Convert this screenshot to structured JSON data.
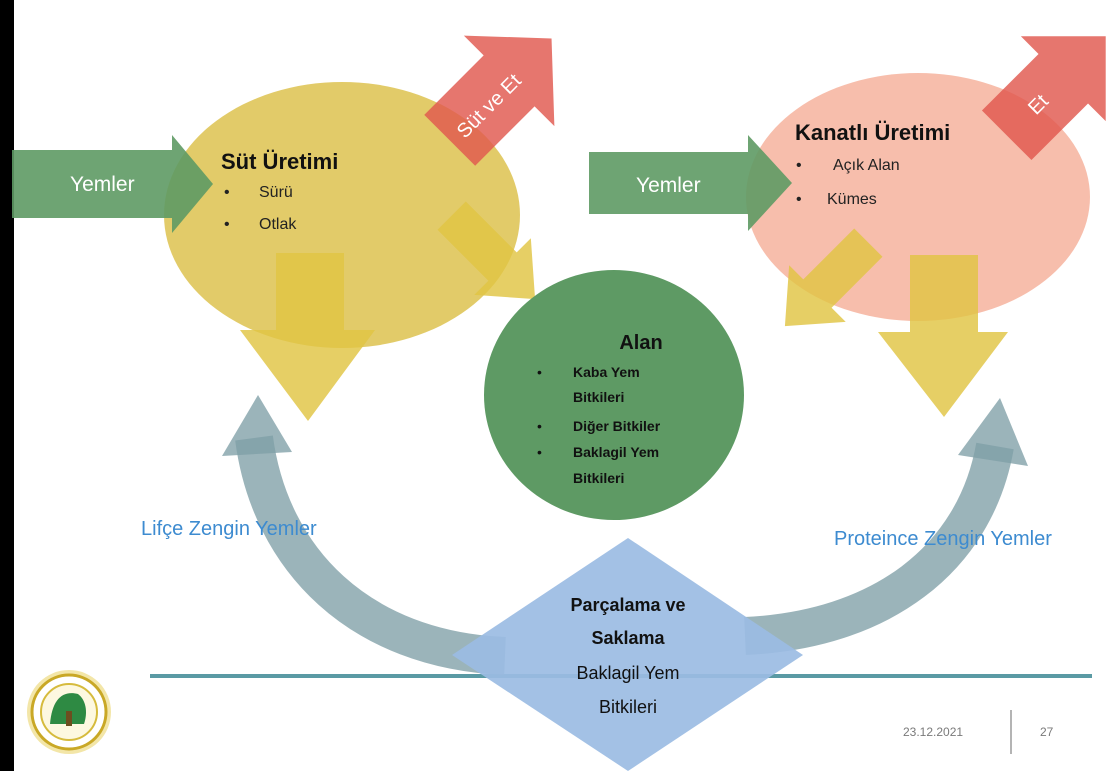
{
  "colors": {
    "dairy_fill": "#ddc24f",
    "poultry_fill": "#f6b7a3",
    "field_fill": "#5e9a64",
    "feed_arrow": "#5e9a64",
    "output_arrow": "#e0584e",
    "flow_arrow": "#e0c443",
    "cycle_arrow": "#7f9fa6",
    "diamond_fill": "#9bbce3",
    "baseline": "#5a9aa4",
    "blue_text": "#3d8bd0"
  },
  "dairy": {
    "title": "Süt Üretimi",
    "items": [
      "Sürü",
      "Otlak"
    ],
    "input_label": "Yemler",
    "output_label": "Süt ve Et"
  },
  "poultry": {
    "title": "Kanatlı Üretimi",
    "items": [
      "Açık Alan",
      "Kümes"
    ],
    "input_label": "Yemler",
    "output_label": "Et"
  },
  "field": {
    "title": "Alan",
    "items": [
      "Kaba Yem Bitkileri",
      "Diğer Bitkiler",
      "Baklagil Yem Bitkileri"
    ],
    "item_lines": [
      [
        "Kaba Yem",
        "Bitkileri"
      ],
      [
        "Diğer Bitkiler"
      ],
      [
        "Baklagil Yem",
        "Bitkileri"
      ]
    ]
  },
  "processing": {
    "title_lines": [
      "Parçalama ve",
      "Saklama"
    ],
    "sub_lines": [
      "Baklagil Yem",
      "Bitkileri"
    ]
  },
  "left_cycle_label": "Lifçe Zengin Yemler",
  "right_cycle_label": "Proteince Zengin Yemler",
  "footer": {
    "date": "23.12.2021",
    "page": "27",
    "logo_name": "logo-seal"
  }
}
